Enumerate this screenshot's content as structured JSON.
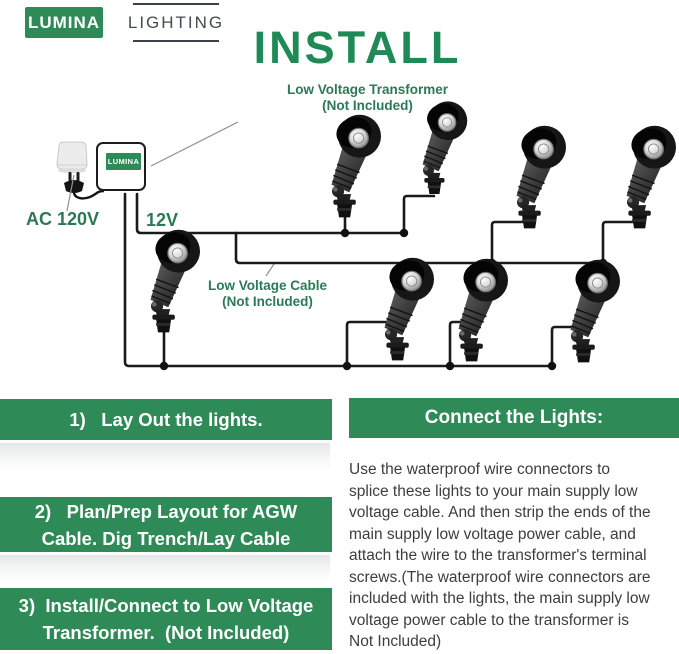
{
  "brand": {
    "name": "LUMINA",
    "subtitle": "LIGHTING"
  },
  "title": "INSTALL",
  "diagram": {
    "transformer_label_line1": "Low Voltage Transformer",
    "transformer_label_line2": "(Not Included)",
    "transformer_box_label": "LUMINA",
    "ac_label": "AC 120V",
    "dc_label": "12V",
    "cable_label_line1": "Low Voltage Cable",
    "cable_label_line2": "(Not Included)",
    "lights_count": 8
  },
  "steps": [
    {
      "lines": [
        "1)   Lay Out the lights."
      ]
    },
    {
      "lines": [
        "2)   Plan/Prep Layout for AGW",
        "Cable. Dig Trench/Lay Cable"
      ]
    },
    {
      "lines": [
        "3)  Install/Connect to Low Voltage",
        "Transformer.  (Not Included)"
      ]
    }
  ],
  "connect": {
    "heading": "Connect the Lights:",
    "body_lines": [
      "Use the waterproof wire connectors to",
      "splice these lights to your main supply low",
      "voltage cable. And then strip the ends of the",
      "main supply low voltage power cable, and",
      "attach the wire to the transformer's terminal",
      "screws.(The waterproof wire connectors are",
      "included with the lights, the main supply low",
      "voltage power cable to the transformer is",
      "Not Included)"
    ]
  },
  "colors": {
    "banner_green": "#2e8b57",
    "title_green": "#1f8a55",
    "label_green": "#2b7a55",
    "wire_black": "#1a1a1a"
  }
}
